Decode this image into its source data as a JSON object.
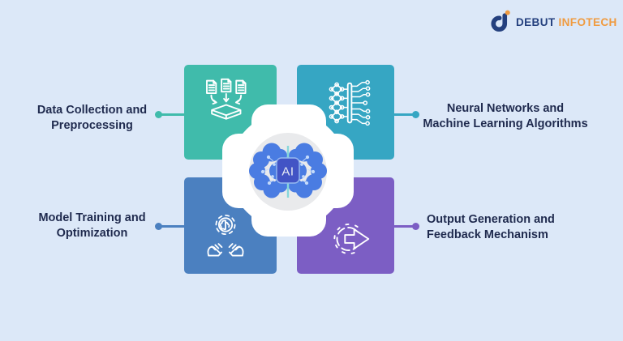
{
  "page": {
    "background_color": "#DCE8F8",
    "text_color": "#1F2A4E"
  },
  "logo": {
    "brand_primary": "DEBUT",
    "brand_secondary": "INFOTECH",
    "primary_color": "#24407E",
    "secondary_color": "#F09B40",
    "mark": "debut-infotech-d-mark"
  },
  "center": {
    "badge_label": "AI",
    "badge_color": "#4254C5",
    "badge_border_color": "#96B9F0",
    "brain_color": "#4A7CE2",
    "ring_color": "#E9EAEC",
    "cross_color": "#FFFFFF"
  },
  "quadrants": [
    {
      "id": "data-collection",
      "position": "top-left",
      "label_line1": "Data Collection and",
      "label_line2": "Preprocessing",
      "color": "#40BBAB",
      "icon": "documents-into-tray-icon"
    },
    {
      "id": "neural-networks",
      "position": "top-right",
      "label_line1": "Neural Networks and",
      "label_line2": "Machine Learning Algorithms",
      "color": "#36A6C3",
      "icon": "neural-network-circuit-icon"
    },
    {
      "id": "model-training",
      "position": "bottom-left",
      "label_line1": "Model Training and",
      "label_line2": "Optimization",
      "color": "#4B80C0",
      "icon": "hands-holding-brain-gear-icon"
    },
    {
      "id": "output-generation",
      "position": "bottom-right",
      "label_line1": "Output Generation and",
      "label_line2": "Feedback Mechanism",
      "color": "#7C5EC4",
      "icon": "gear-arrow-output-icon"
    }
  ]
}
